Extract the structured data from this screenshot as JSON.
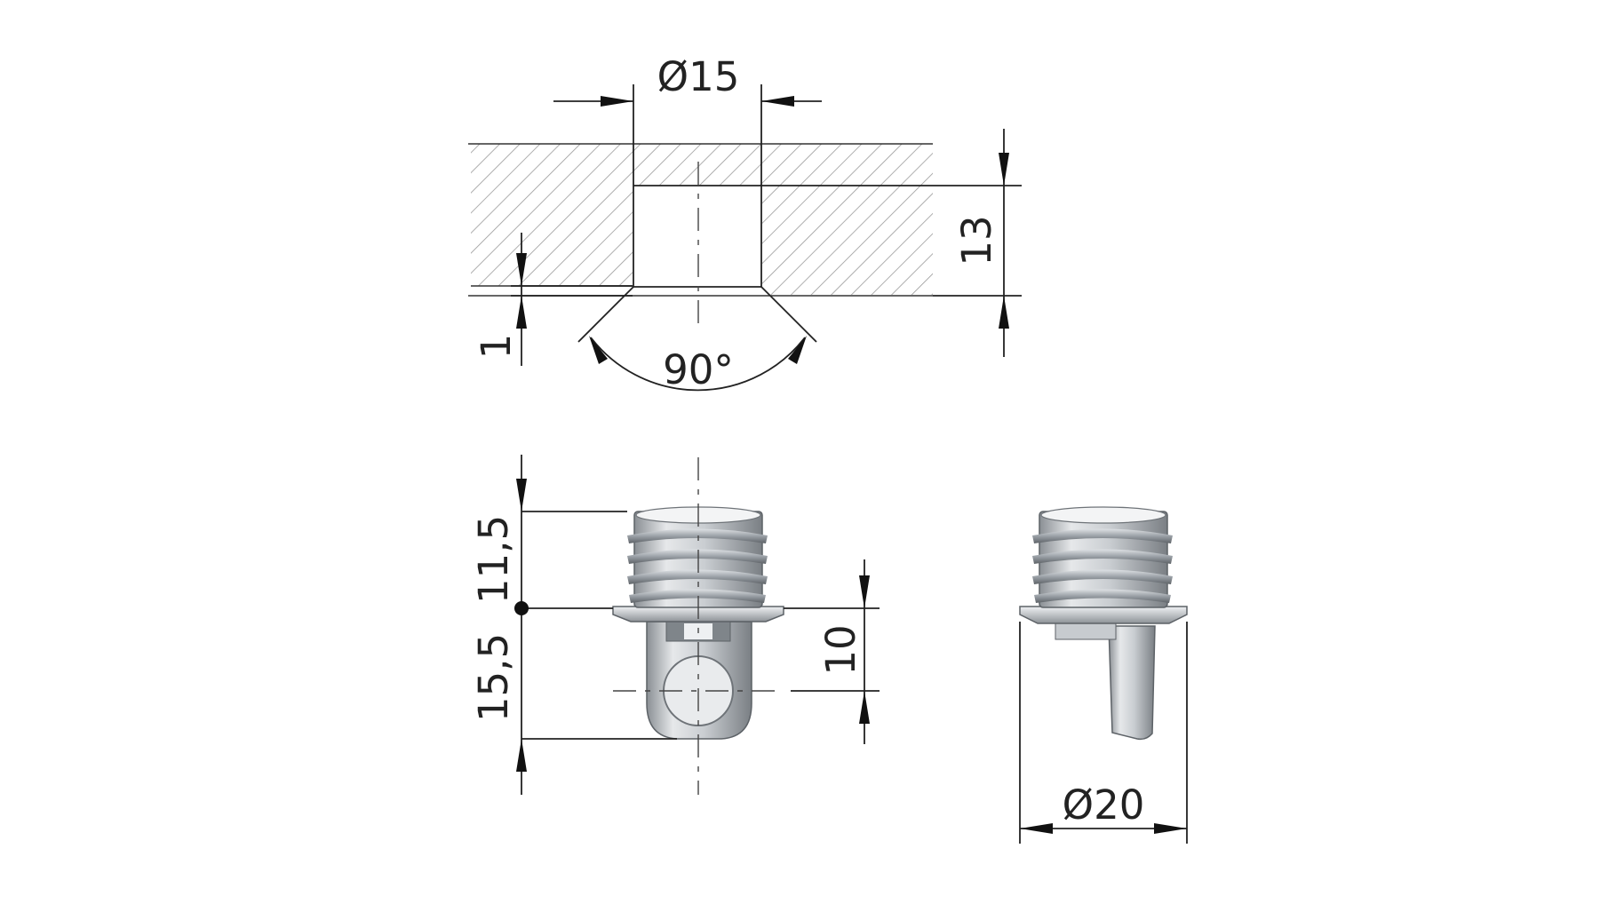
{
  "dimensions": {
    "top_hole_diameter": "Ø15",
    "plate_thickness": "13",
    "countersink_depth": "1",
    "countersink_angle": "90°",
    "upper_height": "11,5",
    "lower_height": "15,5",
    "pin_offset": "10",
    "flange_diameter": "Ø20"
  },
  "colors": {
    "line": "#222222",
    "hatch": "#9a9a9a",
    "metal_light": "#e4e6e8",
    "metal_mid": "#b8bcc0",
    "metal_dark": "#6e7378"
  }
}
